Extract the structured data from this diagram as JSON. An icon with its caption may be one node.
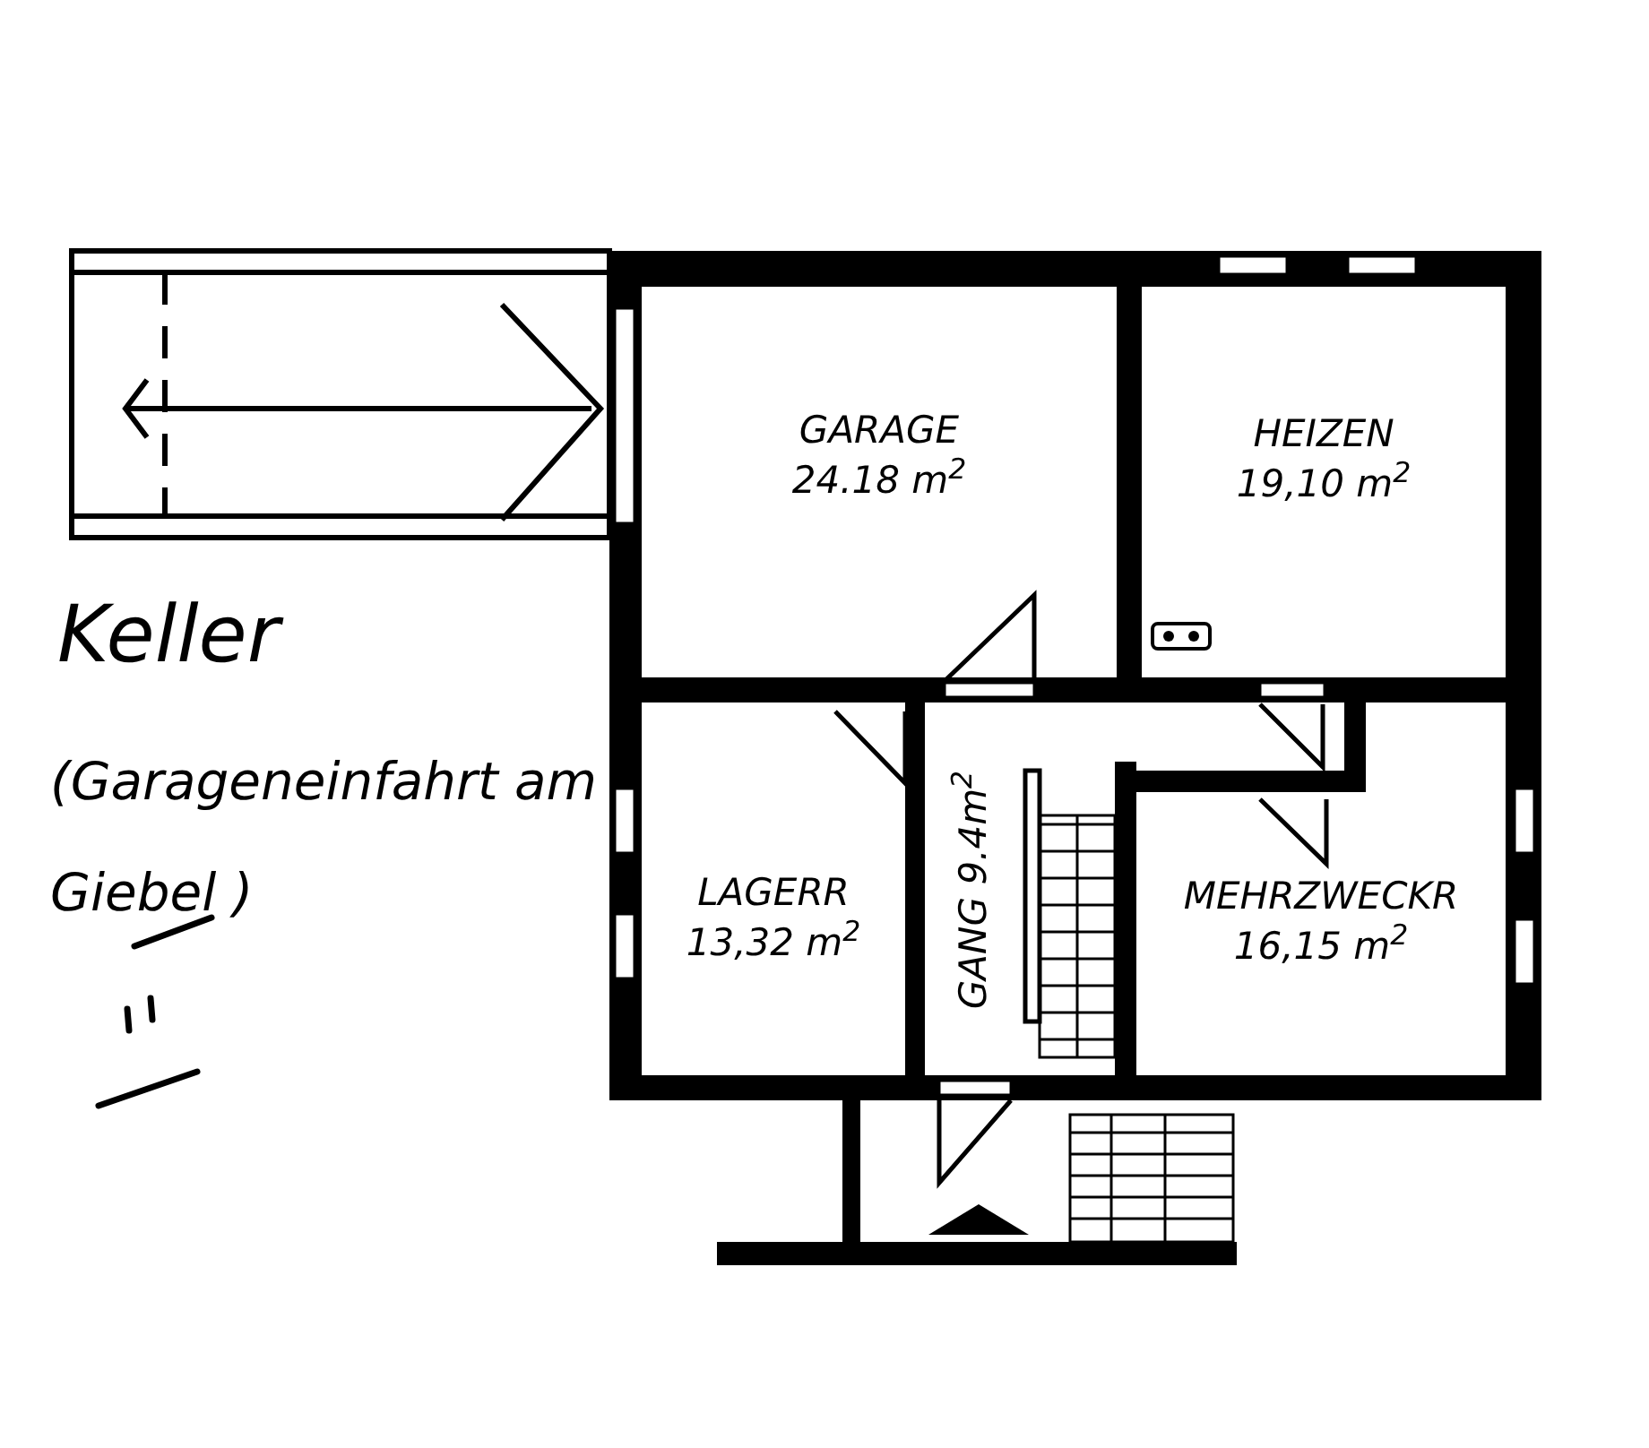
{
  "diagram": {
    "nodes": [
      {
        "text": [
          "GARAGE",
          "24.18 m$^{2}$"
        ]
      },
      {
        "text": [
          "HEIZEN",
          "19,10 m$^{2}$"
        ]
      },
      {
        "text": [
          "LAGERR",
          "13,32 m$^{2}$"
        ]
      },
      {
        "text": [
          "GANG 9.4m$^{2}$"
        ]
      },
      {
        "text": [
          "MEHRZWECKR",
          "16,15 m$^{2}$"
        ]
      }
    ],
    "edges": [],
    "labels": [
      "Keller",
      "(Garageneinfahrt am Giebel )"
    ]
  }
}
